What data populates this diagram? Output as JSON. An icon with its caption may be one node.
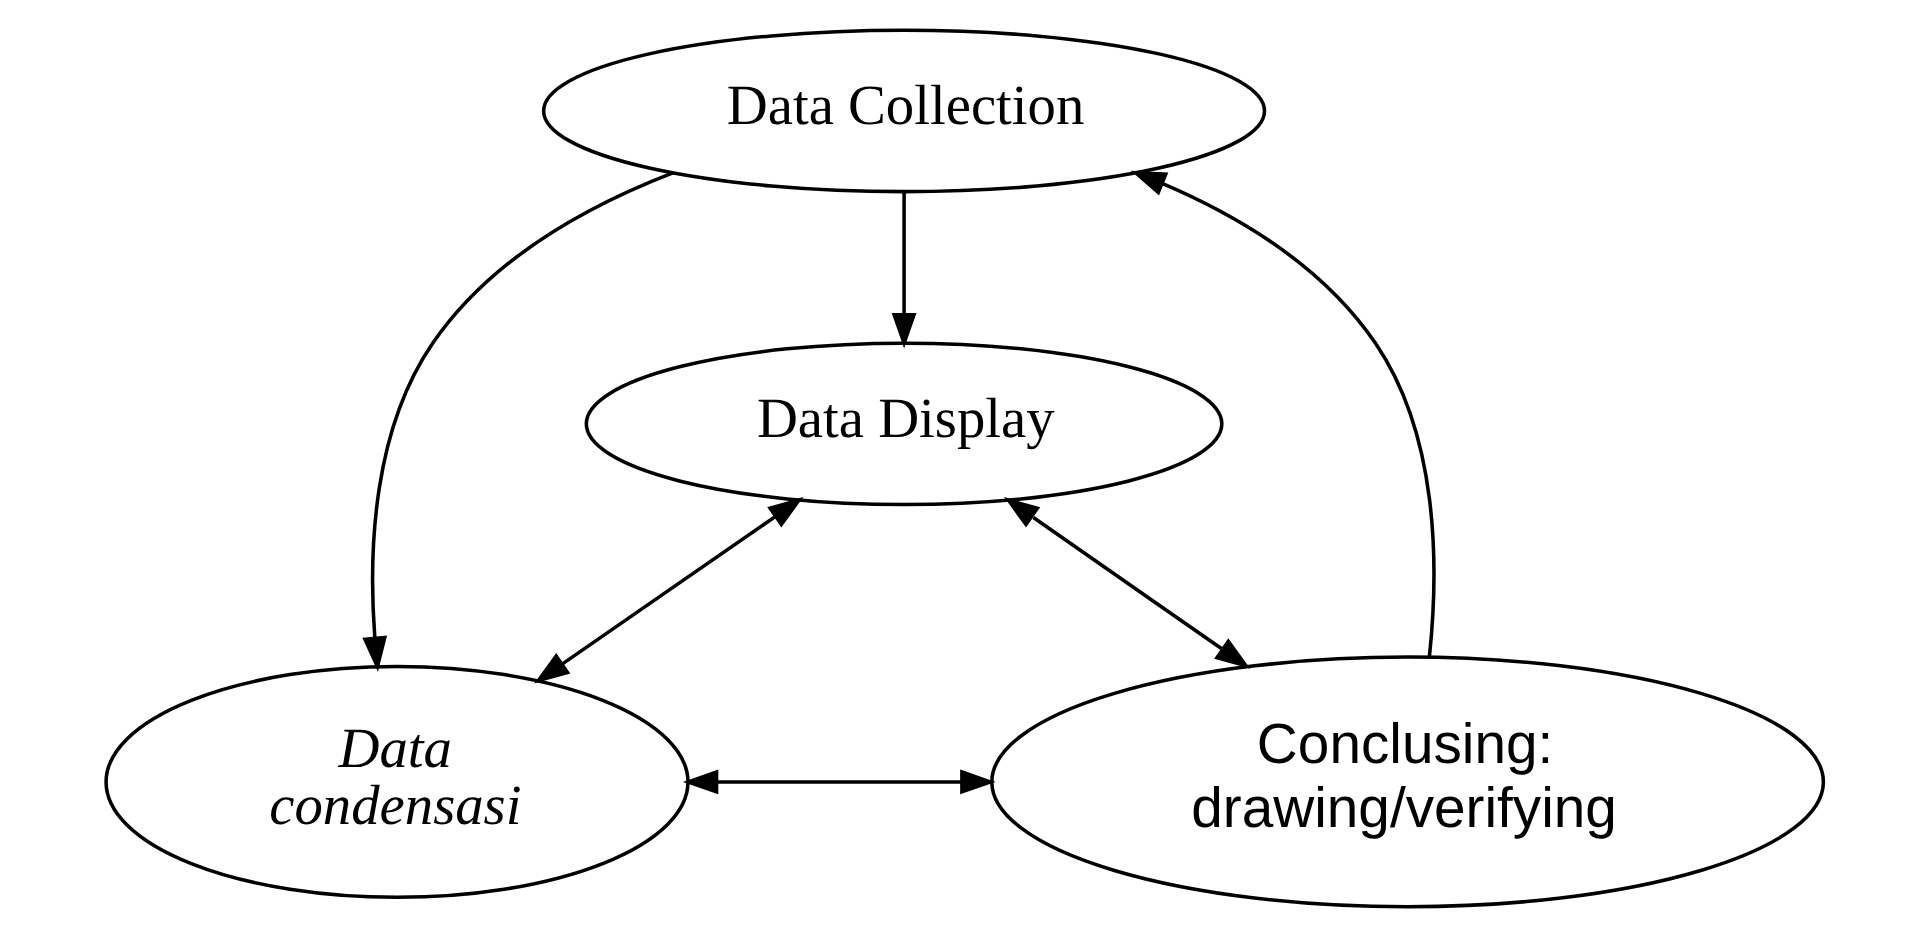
{
  "diagram": {
    "nodes": [
      {
        "text": [
          "Data Collection"
        ]
      },
      {
        "text": [
          "Data Display"
        ]
      },
      {
        "text": [
          "Data condensasi"
        ]
      },
      {
        "text": [
          "Conclusing: drawing/verifying"
        ]
      }
    ],
    "edges": [
      {
        "from": 0,
        "to": 1,
        "arrow": "to"
      },
      {
        "from": 0,
        "to": 2,
        "arrow": "to"
      },
      {
        "from": 2,
        "to": 1,
        "arrow": "both"
      },
      {
        "from": 1,
        "to": 3,
        "arrow": "both"
      },
      {
        "from": 2,
        "to": 3,
        "arrow": "both"
      },
      {
        "from": 3,
        "to": 0,
        "arrow": "to"
      }
    ]
  }
}
